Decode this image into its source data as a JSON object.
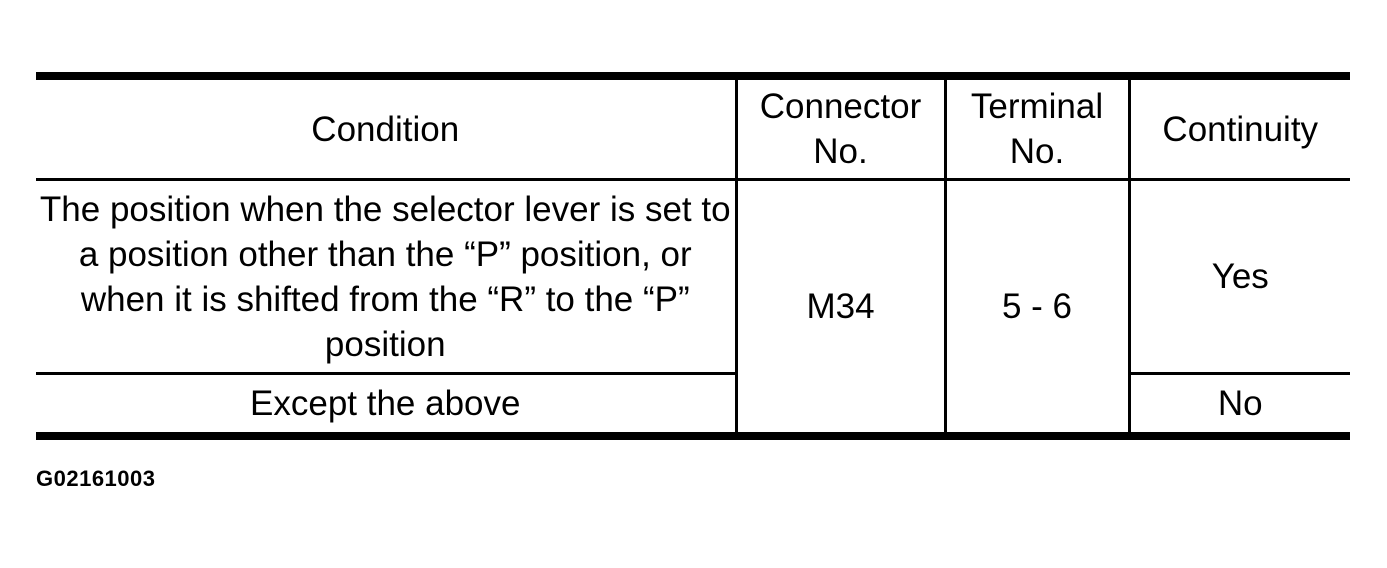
{
  "page": {
    "background_color": "#ffffff",
    "line_color": "#000000",
    "figure_code": "G02161003"
  },
  "table": {
    "headers": [
      "Condition",
      "Connector No.",
      "Terminal No.",
      "Continuity"
    ],
    "rows": [
      {
        "condition": "The position when the selector lever is set to a position other than the “P” position, or when it is shifted from the “R” to the “P” position",
        "connector_no": "M34",
        "terminal_no": "5 - 6",
        "continuity": "Yes"
      },
      {
        "condition": "Except the above",
        "continuity": "No"
      }
    ]
  }
}
